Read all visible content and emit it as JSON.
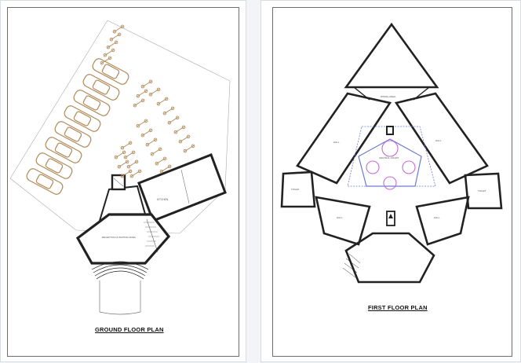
{
  "sheets": {
    "ground": {
      "title": "GROUND FLOOR PLAN",
      "room_labels": {
        "kitchen": "KITCHEN",
        "reception": "RECEPTION & WAITING AREA"
      },
      "car_count": 8,
      "bike_count": 28
    },
    "first": {
      "title": "FIRST FLOOR PLAN",
      "room_labels": {
        "top_hall": "DINING AREA",
        "left_wing": "HALL",
        "right_wing": "HALL",
        "center": "CENTRAL COURT",
        "lower_left": "HALL",
        "lower_right": "HALL",
        "left_toilet": "TOILET",
        "right_toilet": "TOILET"
      }
    }
  },
  "colors": {
    "wall": "#222222",
    "car": "#b08a5a",
    "accent": "#6c7ad4",
    "circle": "#c46cd4"
  }
}
